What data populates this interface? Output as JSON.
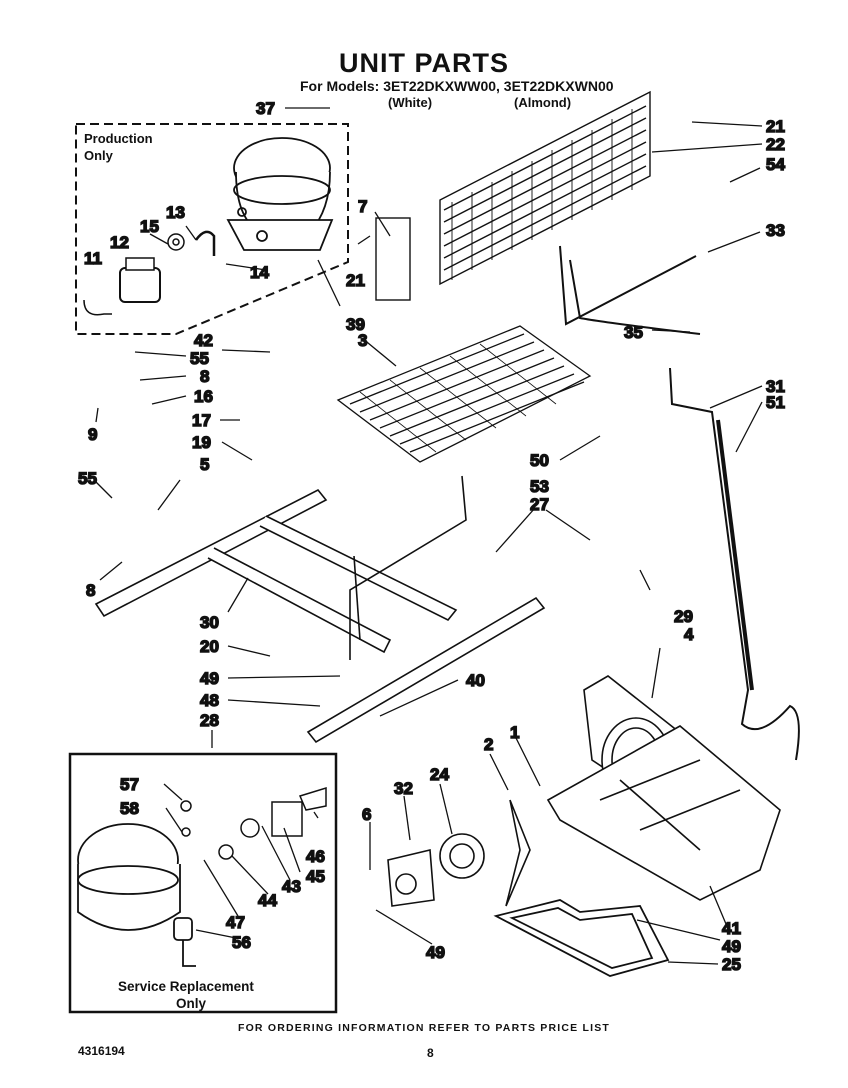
{
  "header": {
    "title": "UNIT PARTS",
    "models_line": "For Models: 3ET22DKXWW00, 3ET22DKXWN00",
    "white": "(White)",
    "almond": "(Almond)"
  },
  "boxes": {
    "production_line1": "Production",
    "production_line2": "Only",
    "service_line1": "Service Replacement",
    "service_line2": "Only"
  },
  "callouts": {
    "c37": "37",
    "c21a": "21",
    "c22": "22",
    "c54": "54",
    "c7": "7",
    "c21b": "21",
    "c33": "33",
    "c13": "13",
    "c15": "15",
    "c12": "12",
    "c11": "11",
    "c14": "14",
    "c39": "39",
    "c35": "35",
    "c42": "42",
    "c55a": "55",
    "c8a": "8",
    "c3": "3",
    "c31": "31",
    "c51": "51",
    "c16": "16",
    "c9": "9",
    "c17": "17",
    "c19": "19",
    "c50": "50",
    "c5": "5",
    "c55b": "55",
    "c53": "53",
    "c27": "27",
    "c8b": "8",
    "c29": "29",
    "c30": "30",
    "c4": "4",
    "c20": "20",
    "c49a": "49",
    "c40": "40",
    "c48": "48",
    "c28": "28",
    "c1": "1",
    "c2": "2",
    "c24": "24",
    "c57": "57",
    "c32": "32",
    "c58": "58",
    "c6": "6",
    "c46": "46",
    "c43": "43",
    "c45": "45",
    "c44": "44",
    "c47": "47",
    "c41": "41",
    "c49b": "49",
    "c49c": "49",
    "c56": "56",
    "c25": "25"
  },
  "footer": {
    "ordering_info": "FOR ORDERING INFORMATION REFER TO PARTS PRICE LIST",
    "doc_number": "4316194",
    "page_number": "8"
  }
}
